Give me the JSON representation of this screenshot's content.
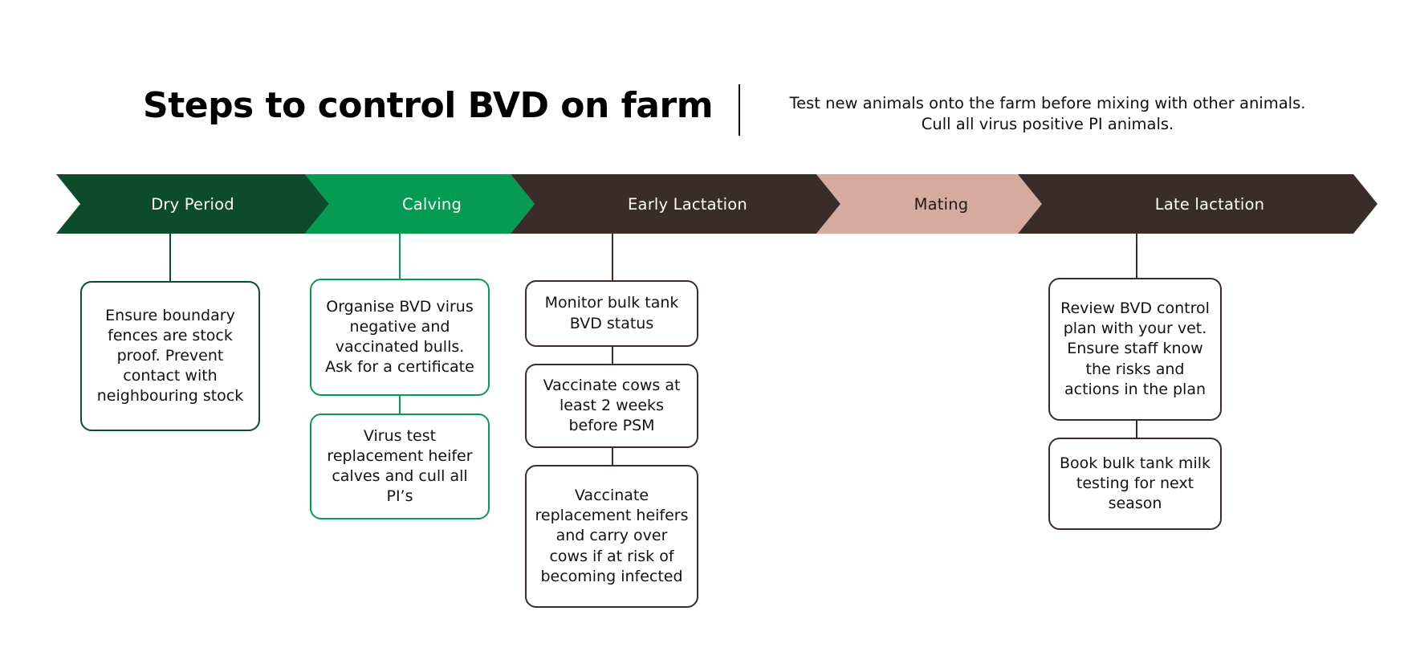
{
  "header": {
    "title": "Steps to control BVD on farm",
    "subtitle_line1": "Test new animals onto the farm before mixing with other animals.",
    "subtitle_line2": "Cull all virus positive PI animals."
  },
  "colors": {
    "dry_period": "#0c4c2b",
    "calving": "#069b52",
    "early_lactation": "#3a2d29",
    "mating": "#d6aa9f",
    "late_lactation": "#3a2d29",
    "text_dark": "#121212",
    "background": "#ffffff"
  },
  "stages": [
    {
      "id": "dry-period",
      "label": "Dry Period",
      "color": "#0c4c2b"
    },
    {
      "id": "calving",
      "label": "Calving",
      "color": "#069b52"
    },
    {
      "id": "early-lactation",
      "label": "Early Lactation",
      "color": "#3a2d29"
    },
    {
      "id": "mating",
      "label": "Mating",
      "color": "#d6aa9f"
    },
    {
      "id": "late-lactation",
      "label": "Late lactation",
      "color": "#3a2d29"
    }
  ],
  "cards": {
    "dry_period": [
      {
        "text": "Ensure boundary fences are stock proof. Prevent contact with neighbouring stock"
      }
    ],
    "calving": [
      {
        "text": "Organise BVD virus negative and vaccinated bulls. Ask for a certificate"
      },
      {
        "text": "Virus test replacement heifer calves and cull all PI’s"
      }
    ],
    "early_lactation": [
      {
        "text": "Monitor bulk tank BVD status"
      },
      {
        "text": "Vaccinate cows at least 2 weeks before PSM"
      },
      {
        "text": "Vaccinate replacement heifers and carry over cows if at risk of becoming infected"
      }
    ],
    "mating": [],
    "late_lactation": [
      {
        "text": "Review BVD control plan with your vet. Ensure staff know the risks and actions in the plan"
      },
      {
        "text": "Book bulk tank milk testing for next season"
      }
    ]
  }
}
